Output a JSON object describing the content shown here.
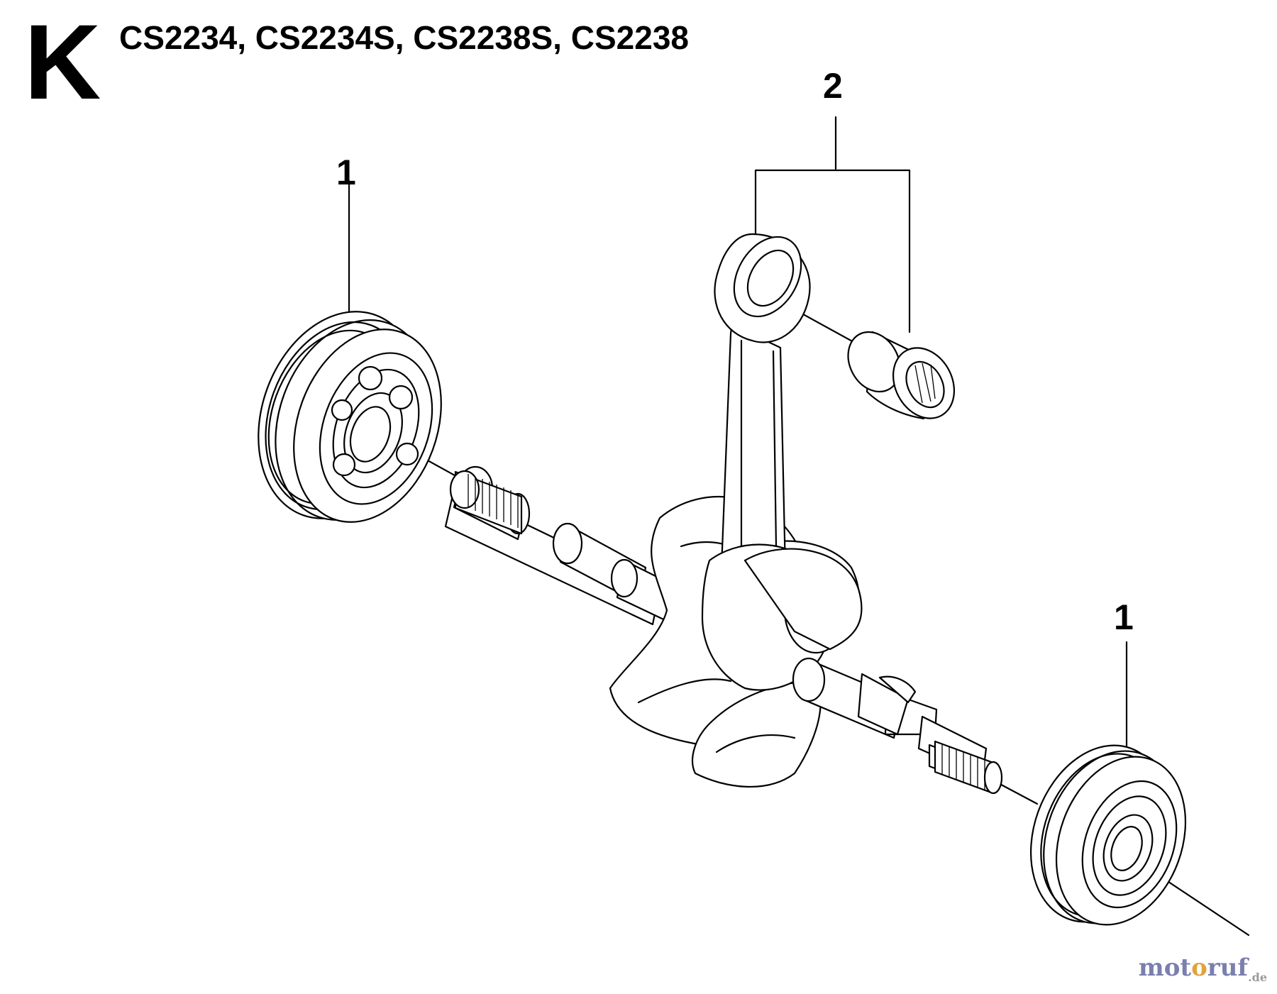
{
  "header": {
    "section_letter": "K",
    "models": "CS2234, CS2234S, CS2238S, CS2238"
  },
  "callouts": {
    "part_2": "2",
    "part_1_left": "1",
    "part_1_right": "1"
  },
  "watermark": {
    "part1": "mot",
    "part2": "o",
    "part3": "ruf",
    "suffix": ".de"
  }
}
